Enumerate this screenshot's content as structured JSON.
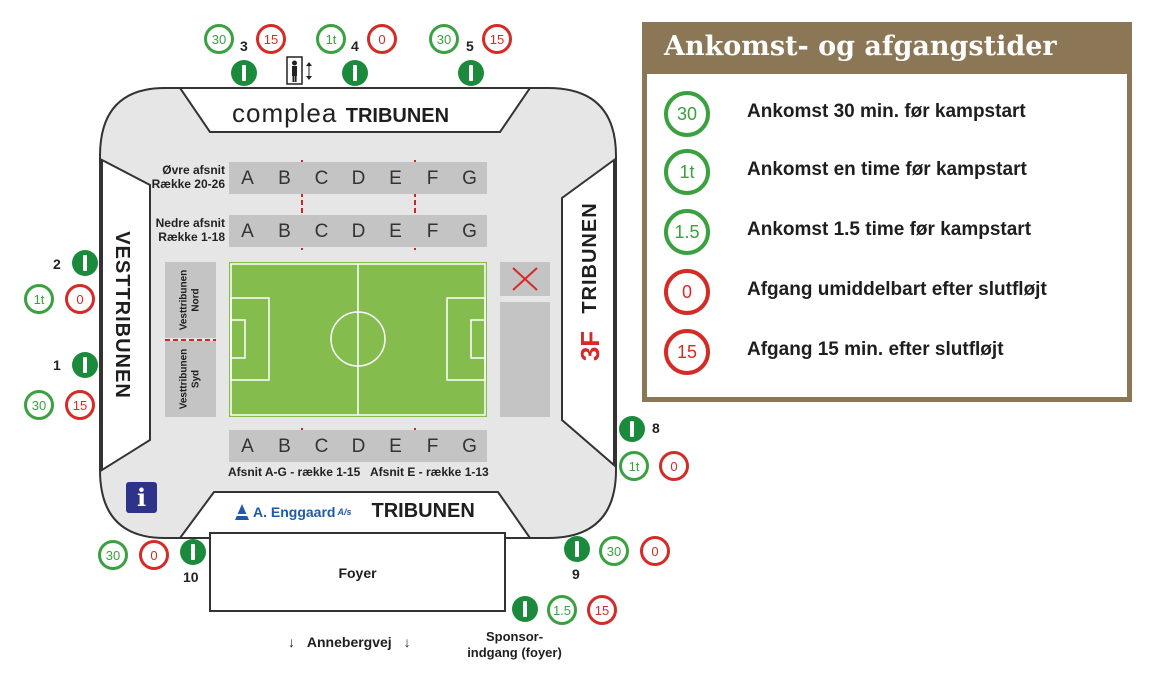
{
  "legend": {
    "title": "Ankomst- og afgangstider",
    "items": [
      {
        "badge": "30",
        "kind": "arrival",
        "text": "Ankomst 30 min. før kampstart"
      },
      {
        "badge": "1t",
        "kind": "arrival",
        "text": "Ankomst en time før kampstart"
      },
      {
        "badge": "1.5",
        "kind": "arrival",
        "text": "Ankomst 1.5 time før kampstart"
      },
      {
        "badge": "0",
        "kind": "departure",
        "text": "Afgang umiddelbart efter slutfløjt"
      },
      {
        "badge": "15",
        "kind": "departure",
        "text": "Afgang 15 min. efter slutfløjt"
      }
    ]
  },
  "stands": {
    "north_brand": "complea",
    "north": "TRIBUNEN",
    "west": "VESTTRIBUNEN",
    "east": "TRIBUNEN",
    "east_brand": "3F",
    "south_brand": "A. Enggaard",
    "south_brand_suffix": "A/s",
    "south": "TRIBUNEN"
  },
  "sections": {
    "letters": [
      "A",
      "B",
      "C",
      "D",
      "E",
      "F",
      "G"
    ],
    "upper_label": [
      "Øvre afsnit",
      "Række 20-26"
    ],
    "lower_label": [
      "Nedre afsnit",
      "Række 1-18"
    ],
    "south_label_left": "Afsnit A-G - række 1-15",
    "south_label_right": "Afsnit E - række 1-13",
    "west_nord": [
      "Vesttribunen",
      "Nord"
    ],
    "west_syd": [
      "Vesttribunen",
      "Syd"
    ]
  },
  "gates": [
    {
      "num": "1",
      "arrival": "30",
      "departure": "15"
    },
    {
      "num": "2",
      "arrival": "1t",
      "departure": "0"
    },
    {
      "num": "3",
      "arrival": "30",
      "departure": "15"
    },
    {
      "num": "4",
      "arrival": "1t",
      "departure": "0"
    },
    {
      "num": "5",
      "arrival": "30",
      "departure": "15"
    },
    {
      "num": "8",
      "arrival": "1t",
      "departure": "0"
    },
    {
      "num": "9",
      "arrival": "30",
      "departure": "0"
    },
    {
      "num": "10",
      "arrival": "30",
      "departure": "0"
    }
  ],
  "sponsor_gate": {
    "arrival": "1.5",
    "departure": "15",
    "label": [
      "Sponsor-",
      "indgang (foyer)"
    ]
  },
  "places": {
    "foyer": "Foyer",
    "street": "Annebergvej",
    "info": "i"
  },
  "colors": {
    "arrival": "#3aa13f",
    "departure": "#d42b27",
    "gate": "#1b8a3c",
    "legend_bg": "#8b7756",
    "pitch": "#84bd4e",
    "sections": "#c4c4c4",
    "info": "#2e3289"
  }
}
